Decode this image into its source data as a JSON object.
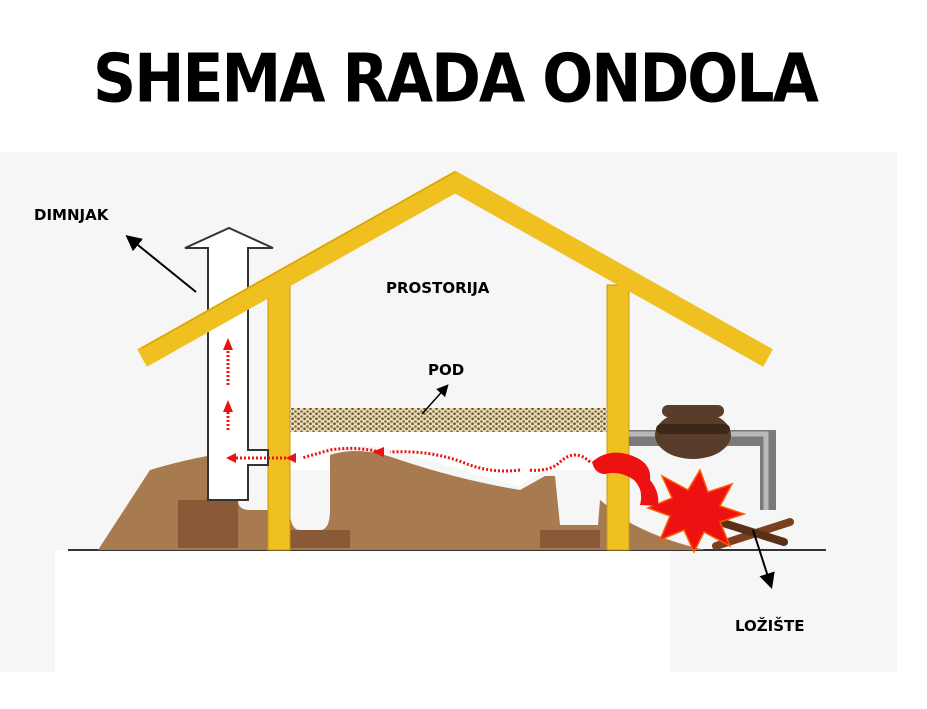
{
  "title": "SHEMA RADA ONDOLA",
  "labels": {
    "chimney": "DIMNJAK",
    "room": "PROSTORIJA",
    "floor": "POD",
    "firebox": "LOŽIŠTE"
  },
  "colors": {
    "roof": "#f0c020",
    "ground": "#a87a4f",
    "smoke_flow": "#ee1111",
    "fire": "#ee1111",
    "pipe": "#808080",
    "pot": "#5a3c2a"
  }
}
